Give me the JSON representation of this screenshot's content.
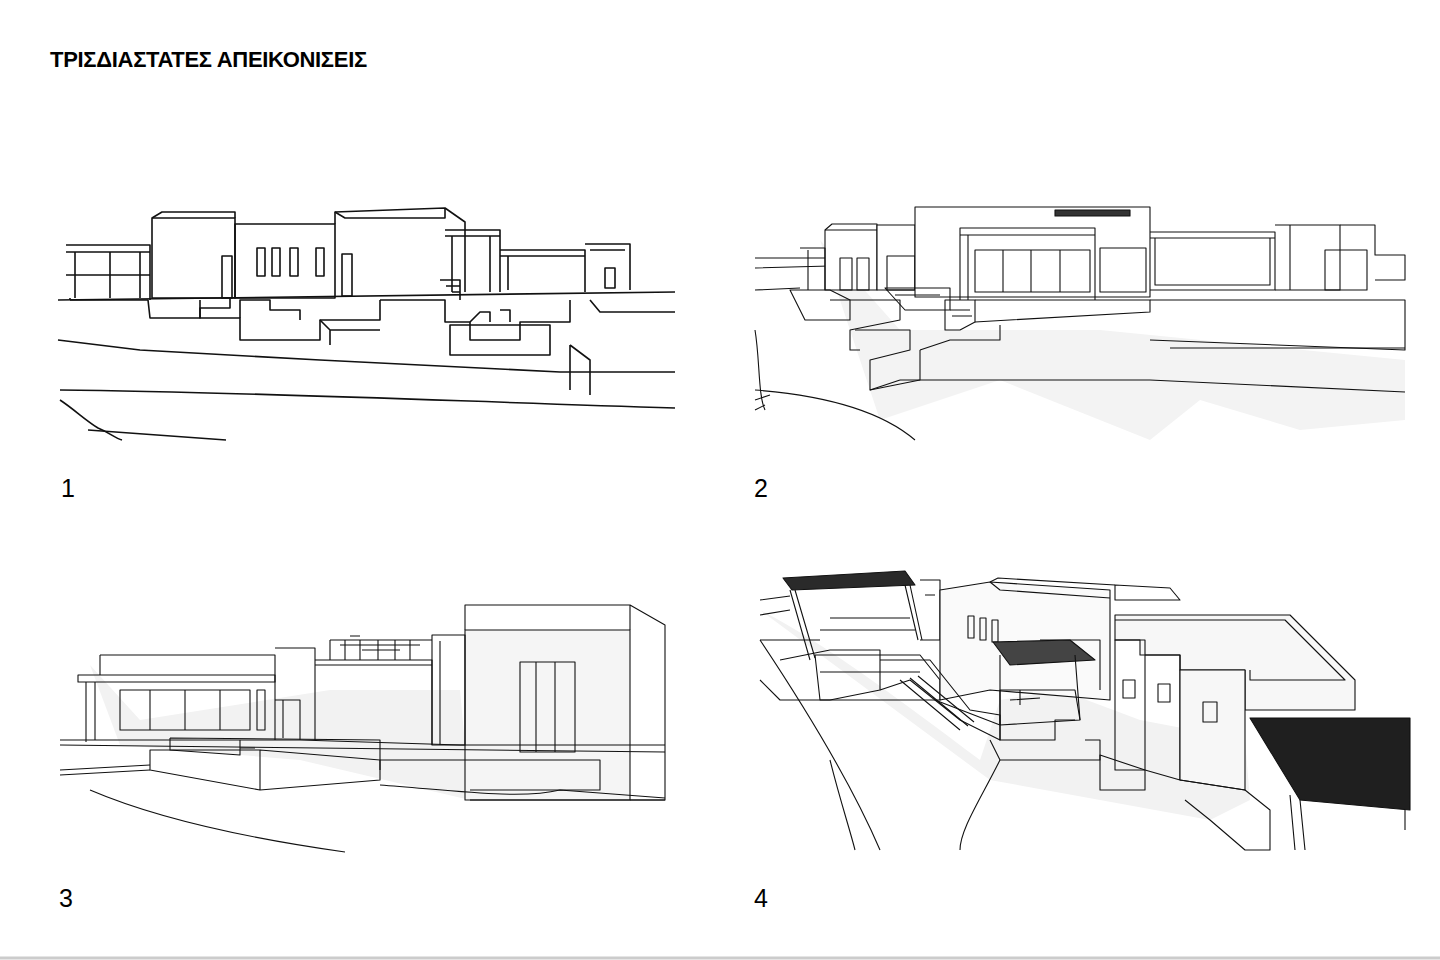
{
  "diagram": {
    "title": "ΤΡΙΣΔΙΑΣΤΑΤΕΣ ΑΠΕΙΚΟΝΙΣΕΙΣ",
    "labels": [
      "1",
      "2",
      "3",
      "4"
    ]
  }
}
